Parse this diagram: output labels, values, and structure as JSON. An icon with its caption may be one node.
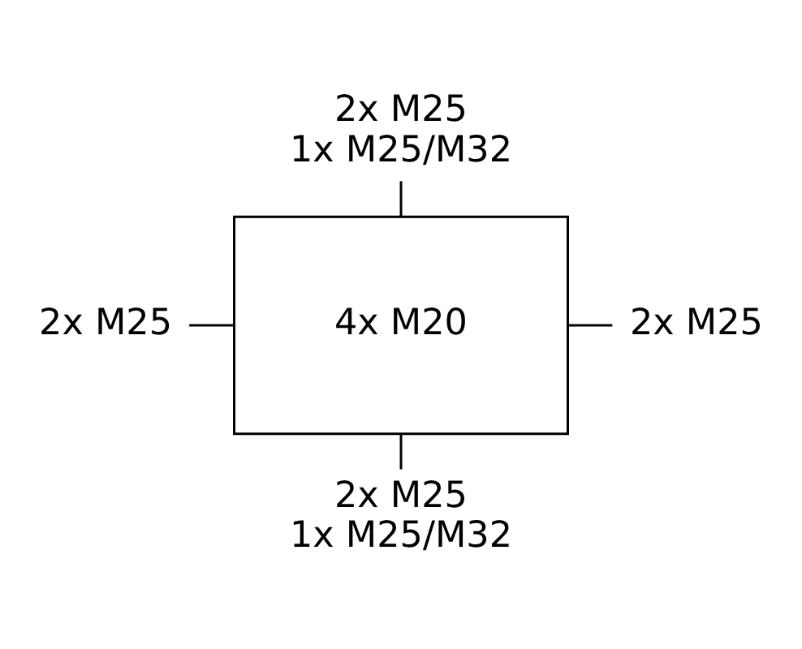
{
  "diagram": {
    "nodes": [
      {
        "text": [
          "4x M20"
        ]
      },
      {
        "text": [
          "2x M25",
          "1x M25/M32"
        ]
      },
      {
        "text": [
          "2x M25"
        ]
      },
      {
        "text": [
          "2x M25"
        ]
      },
      {
        "text": [
          "2x M25",
          "1x M25/M32"
        ]
      }
    ],
    "edges": [
      {
        "from": 1,
        "to": 0,
        "arrow": "none"
      },
      {
        "from": 2,
        "to": 0,
        "arrow": "none"
      },
      {
        "from": 0,
        "to": 3,
        "arrow": "none"
      },
      {
        "from": 0,
        "to": 4,
        "arrow": "none"
      }
    ]
  }
}
